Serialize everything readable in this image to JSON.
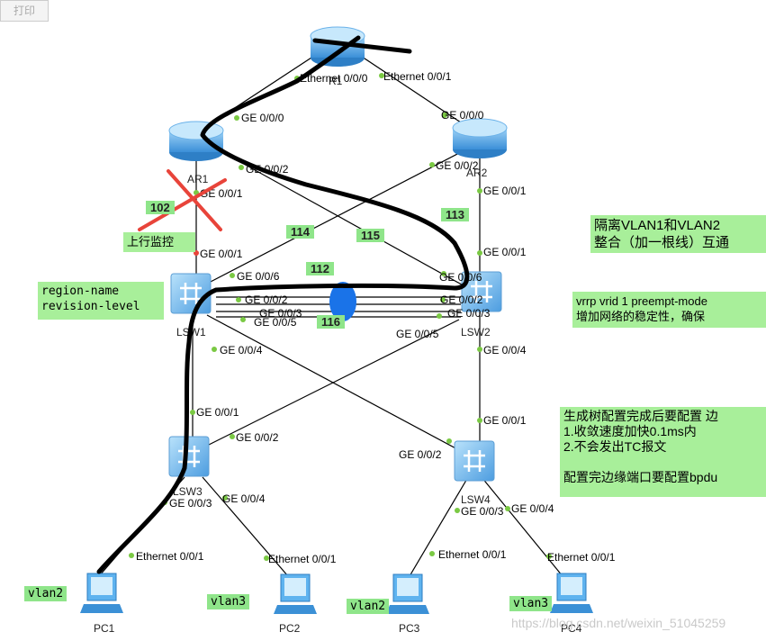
{
  "toolbar": {
    "print_label": "打印"
  },
  "devices": {
    "r1": "R1",
    "ar1": "AR1",
    "ar2": "AR2",
    "lsw1": "LSW1",
    "lsw2": "LSW2",
    "lsw3": "LSW3",
    "lsw4": "LSW4",
    "pc1": "PC1",
    "pc2": "PC2",
    "pc3": "PC3",
    "pc4": "PC4"
  },
  "ports": {
    "r1_left": "Ethernet 0/0/0",
    "r1_right": "Ethernet 0/0/1",
    "ar1_g000": "GE 0/0/0",
    "ar1_g002": "GE 0/0/2",
    "ar1_g001": "GE 0/0/1",
    "ar2_g000": "GE 0/0/0",
    "ar2_g002": "GE 0/0/2",
    "ar2_g001": "GE 0/0/1",
    "lsw1_g001": "GE 0/0/1",
    "lsw1_g006": "GE 0/0/6",
    "lsw1_g002": "GE 0/0/2",
    "lsw1_g003": "GE 0/0/3",
    "lsw1_g005": "GE 0/0/5",
    "lsw1_g004": "GE 0/0/4",
    "lsw2_g001": "GE 0/0/1",
    "lsw2_g006": "GE 0/0/6",
    "lsw2_g002": "GE 0/0/2",
    "lsw2_g003": "GE 0/0/3",
    "lsw2_g005": "GE 0/0/5",
    "lsw2_g004": "GE 0/0/4",
    "lsw3_g001": "GE 0/0/1",
    "lsw3_g002": "GE 0/0/2",
    "lsw3_g003": "GE 0/0/3",
    "lsw3_g004": "GE 0/0/4",
    "lsw4_g001": "GE 0/0/1",
    "lsw4_g002": "GE 0/0/2",
    "lsw4_g003": "GE 0/0/3",
    "lsw4_g004": "GE 0/0/4",
    "pc1_e": "Ethernet 0/0/1",
    "pc2_e": "Ethernet 0/0/1",
    "pc3_e": "Ethernet 0/0/1",
    "pc4_e": "Ethernet 0/0/1"
  },
  "links": {
    "l102": "102",
    "l114": "114",
    "l115": "115",
    "l113": "113",
    "l112": "112",
    "l116": "116"
  },
  "annotations": {
    "uplink": "上行监控",
    "region": "region-name\nrevision-level",
    "isolate": "隔离VLAN1和VLAN2\n整合（加一根线）互通",
    "vrrp": "vrrp vrid 1 preempt-mode\n增加网络的稳定性，确保",
    "stp": "生成树配置完成后要配置 边\n1.收敛速度加快0.1ms内\n2.不会发出TC报文\n\n配置完边缘端口要配置bpdu"
  },
  "vlans": {
    "pc1": "vlan2",
    "pc2": "vlan3",
    "pc3": "vlan2",
    "pc4": "vlan3"
  },
  "watermark": "https://blog.csdn.net/weixin_51045259",
  "colors": {
    "device": "#5aa8e6",
    "link": "#000000",
    "note_bg": "#a8ef9a",
    "port_dot": "#7ac943",
    "cross": "#e8443a"
  }
}
